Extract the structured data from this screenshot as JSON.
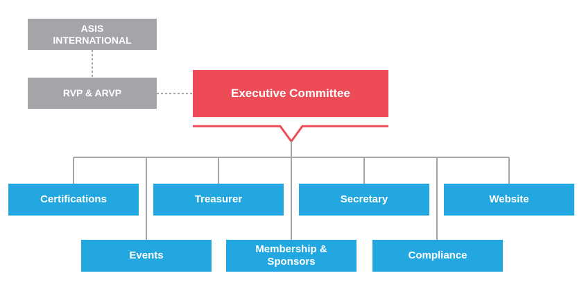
{
  "colors": {
    "gray": "#a3a5a8",
    "red": "#ed4b55",
    "blue": "#22a7e1",
    "line": "#a3a5a8"
  },
  "nodes": {
    "asis_line1": "ASIS",
    "asis_line2": "INTERNATIONAL",
    "rvp": "RVP & ARVP",
    "executive": "Executive Committee",
    "certifications": "Certifications",
    "treasurer": "Treasurer",
    "secretary": "Secretary",
    "website": "Website",
    "events": "Events",
    "membership_line1": "Membership &",
    "membership_line2": "Sponsors",
    "compliance": "Compliance"
  }
}
